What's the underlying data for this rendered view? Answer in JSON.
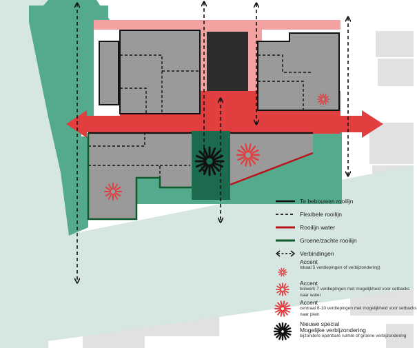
{
  "colors": {
    "background": "#ffffff",
    "surrounding_buildings": "#e1e1e1",
    "water_area": "#d6e6e0",
    "green_zone": "#53aa8c",
    "dark_green_block": "#1c6b4e",
    "building_block": "#9a9a9a",
    "special_block": "#2c2c2c",
    "light_red": "#f4a1a1",
    "red": "#e13e3f",
    "rooilijn_water": "#b8141c",
    "groene_rooilijn": "#0e5a2c"
  },
  "legend": {
    "items": [
      {
        "key": "te-bebouwen-rooilijn",
        "label": "Te bebouwen rooilijn",
        "symbol": "line-solid-black"
      },
      {
        "key": "flexibele-rooilijn",
        "label": "Flexibele rooilijn",
        "symbol": "line-dashed-black"
      },
      {
        "key": "rooilijn-water",
        "label": "Rooilijn water",
        "symbol": "line-solid-red"
      },
      {
        "key": "groene-zachte-rooilijn",
        "label": "Groene/zachte rooilijn",
        "symbol": "line-solid-green"
      },
      {
        "key": "verbindingen",
        "label": "Verbindingen",
        "symbol": "double-arrow-dashed"
      }
    ],
    "accents": [
      {
        "key": "accent-lokaal",
        "title": "Accent",
        "description": "lokaal 5 verdiepingen of verbijzondering)",
        "symbol": "burst-red-small"
      },
      {
        "key": "accent-bolwerk",
        "title": "Accent",
        "description": "bolwerk 7 verdiepingen met mogelijkheid voor setbacks naar water",
        "symbol": "burst-red-medium"
      },
      {
        "key": "accent-centraal",
        "title": "Accent",
        "description": "centraal 8-10 verdiepingen met mogelijkheid voor setbacks naar plein",
        "symbol": "burst-red-large"
      },
      {
        "key": "nieuwe-special",
        "title": "Nieuwe special",
        "title2": "Mogelijke verbijzondering",
        "description": "bijzondere openbare ruimte of groene verbijzondering",
        "symbol": "burst-black"
      }
    ]
  }
}
